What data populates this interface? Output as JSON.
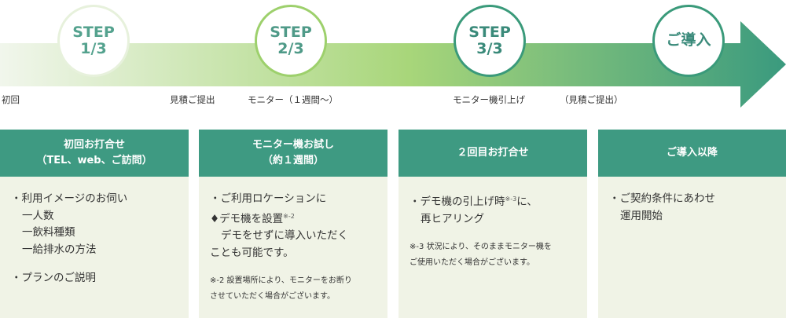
{
  "colors": {
    "arrow_start": "#f1f6ec",
    "arrow_mid": "#a8d67a",
    "arrow_end": "#3a9a7e",
    "card_header": "#3e9a82",
    "card_bg": "#f0f3e6"
  },
  "steps": [
    {
      "line1": "STEP",
      "line2": "1/3"
    },
    {
      "line1": "STEP",
      "line2": "2/3"
    },
    {
      "line1": "STEP",
      "line2": "3/3"
    },
    {
      "line1": "ご導入"
    }
  ],
  "timeline": {
    "first": "初回",
    "estimate": "見積ご提出",
    "monitor": "モニター（１週間〜）",
    "pickup": "モニター機引上げ",
    "estimate2": "（見積ご提出）"
  },
  "cards": [
    {
      "header": [
        "初回お打合せ",
        "（TEL、web、ご訪問）"
      ],
      "lines": [
        "・利用イメージのお伺い",
        "一人数",
        "一飲料種類",
        "一給排水の方法"
      ],
      "extra": "・プランのご説明"
    },
    {
      "header": [
        "モニター機お試し",
        "（約１週間）"
      ],
      "lines": [
        "・ご利用ロケーションに",
        "♦デモ機を設置",
        "デモをせずに導入いただく",
        "ことも可能です。"
      ],
      "mark": "※-2",
      "note": [
        "※-2 設置場所により、モニターをお断り",
        "させていただく場合がございます。"
      ]
    },
    {
      "header": [
        "２回目お打合せ"
      ],
      "lines": [
        "・デモ機の引上げ時",
        "に、",
        "再ヒアリング"
      ],
      "mark": "※-3",
      "note": [
        "※-3 状況により、そのままモニター機を",
        "ご使用いただく場合がございます。"
      ]
    },
    {
      "header": [
        "ご導入以降"
      ],
      "lines": [
        "・ご契約条件にあわせ",
        "運用開始"
      ]
    }
  ]
}
